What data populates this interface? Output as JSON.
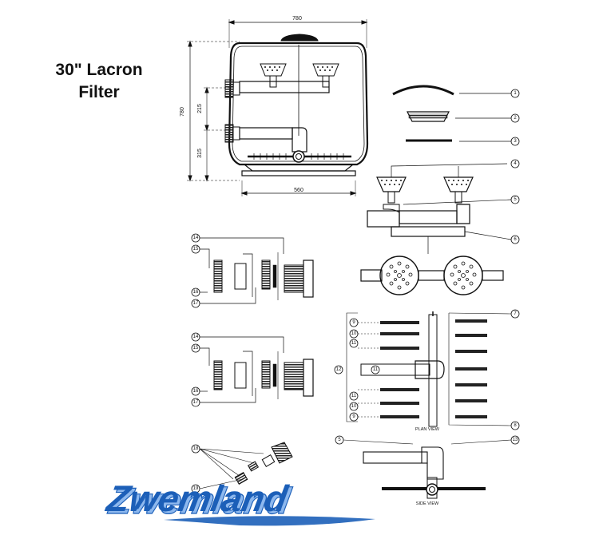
{
  "title": {
    "line1": "30\" Lacron",
    "line2": "Filter"
  },
  "dimensions": {
    "width_top": "780",
    "height_left": "780",
    "upper_height": "215",
    "lower_height": "315",
    "base_width": "560"
  },
  "callouts": {
    "c1": "1",
    "c2": "2",
    "c3": "3",
    "c4": "4",
    "c5": "5",
    "c6": "6",
    "c7": "7",
    "c8": "8",
    "c9a": "9",
    "c10a": "10",
    "c11a": "11",
    "c11c": "11",
    "c12": "12",
    "c11b": "11",
    "c10b": "10",
    "c9b": "9",
    "c5b": "5",
    "c13": "13",
    "c14a": "14",
    "c15a": "15",
    "c16a": "16",
    "c17a": "17",
    "c14b": "14",
    "c15b": "15",
    "c16b": "16",
    "c17b": "17",
    "c18": "18",
    "c19": "19"
  },
  "labels": {
    "plan_view": "PLAN VIEW",
    "side_view": "SIDE VIEW"
  },
  "logo": {
    "text": "Zwemland",
    "colors": {
      "blue": "#1c5fb8",
      "light": "#8db8ee"
    }
  }
}
